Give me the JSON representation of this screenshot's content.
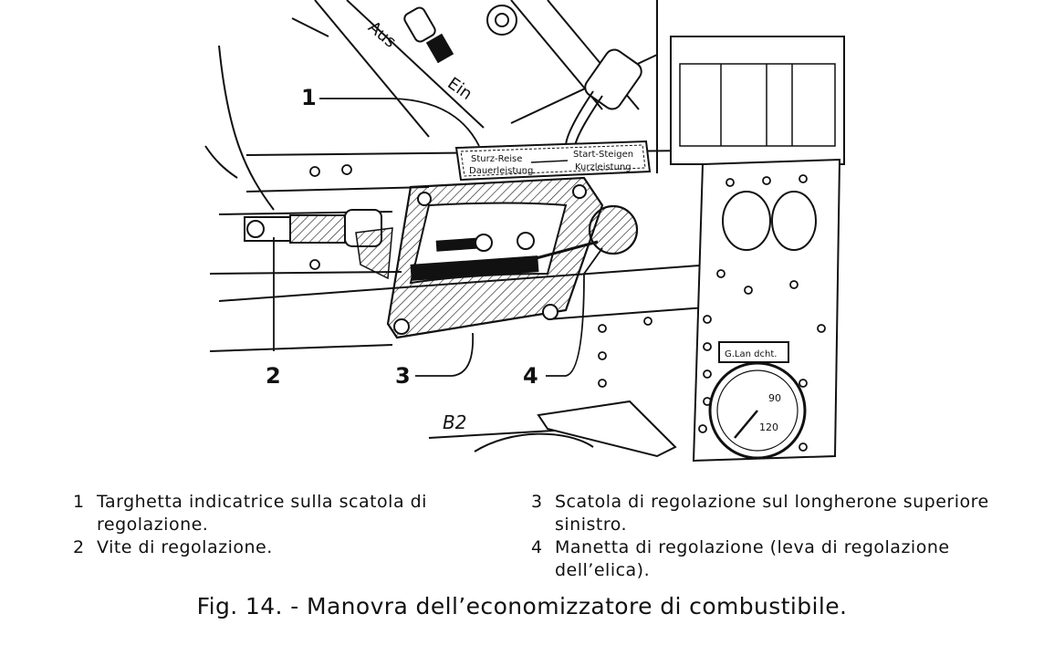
{
  "drawing": {
    "callouts": [
      "1",
      "2",
      "3",
      "4"
    ],
    "switch_labels": {
      "off": "Aus",
      "on": "Ein"
    },
    "plate_text": {
      "top_left": "Sturz-Reise",
      "top_right": "Start-Steigen",
      "bottom_left": "Dauerleistung",
      "bottom_right": "Kurzleistung"
    },
    "panel_code": "B2",
    "gauge_plate": "G.Lan dcht.",
    "gauge_ticks": [
      "90",
      "120"
    ]
  },
  "legend": {
    "left": [
      {
        "num": "1",
        "text": "Targhetta indicatrice sulla scatola di regolazione."
      },
      {
        "num": "2",
        "text": "Vite di regolazione."
      }
    ],
    "right": [
      {
        "num": "3",
        "text": "Scatola di regolazione sul longherone superiore sinistro."
      },
      {
        "num": "4",
        "text": "Manetta di regolazione (leva di regolazione dell’elica)."
      }
    ]
  },
  "caption": "Fig. 14. - Manovra dell’economizzatore di combustibile."
}
